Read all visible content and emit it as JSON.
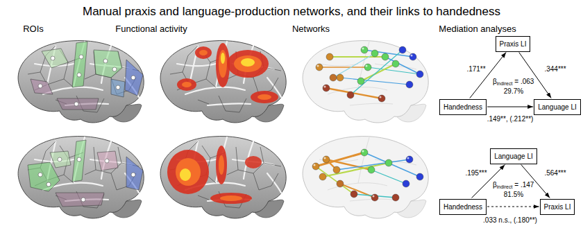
{
  "diagram": {
    "title": "Manual praxis and language-production networks, and their links to handedness",
    "nodes": [
      {
        "text": [
          "Praxis LI"
        ]
      },
      {
        "text": [
          "Handedness"
        ]
      },
      {
        "text": [
          "Language LI"
        ]
      },
      {
        "text": [
          "Language LI"
        ]
      },
      {
        "text": [
          "Handedness"
        ]
      },
      {
        "text": [
          "Praxis LI"
        ]
      }
    ],
    "edges": [
      {
        "from": 1,
        "to": 0,
        "arrow": "to",
        "label": ".171**"
      },
      {
        "from": 0,
        "to": 2,
        "arrow": "to",
        "label": ".344***"
      },
      {
        "from": 1,
        "to": 2,
        "arrow": "to",
        "label": ".149**, (.212**)"
      },
      {
        "from": 4,
        "to": 3,
        "arrow": "to",
        "label": ".195***"
      },
      {
        "from": 3,
        "to": 5,
        "arrow": "to",
        "label": ".564***"
      },
      {
        "from": 4,
        "to": 5,
        "arrow": "to",
        "label": ".033 n.s., (.180**)"
      }
    ],
    "labels": [
      "ROIs",
      "Functional activity",
      "Networks",
      "Mediation analyses",
      "β",
      "indirect",
      "= .063",
      "29.7%",
      "β",
      "indirect",
      "= .147",
      "81.5%"
    ]
  }
}
